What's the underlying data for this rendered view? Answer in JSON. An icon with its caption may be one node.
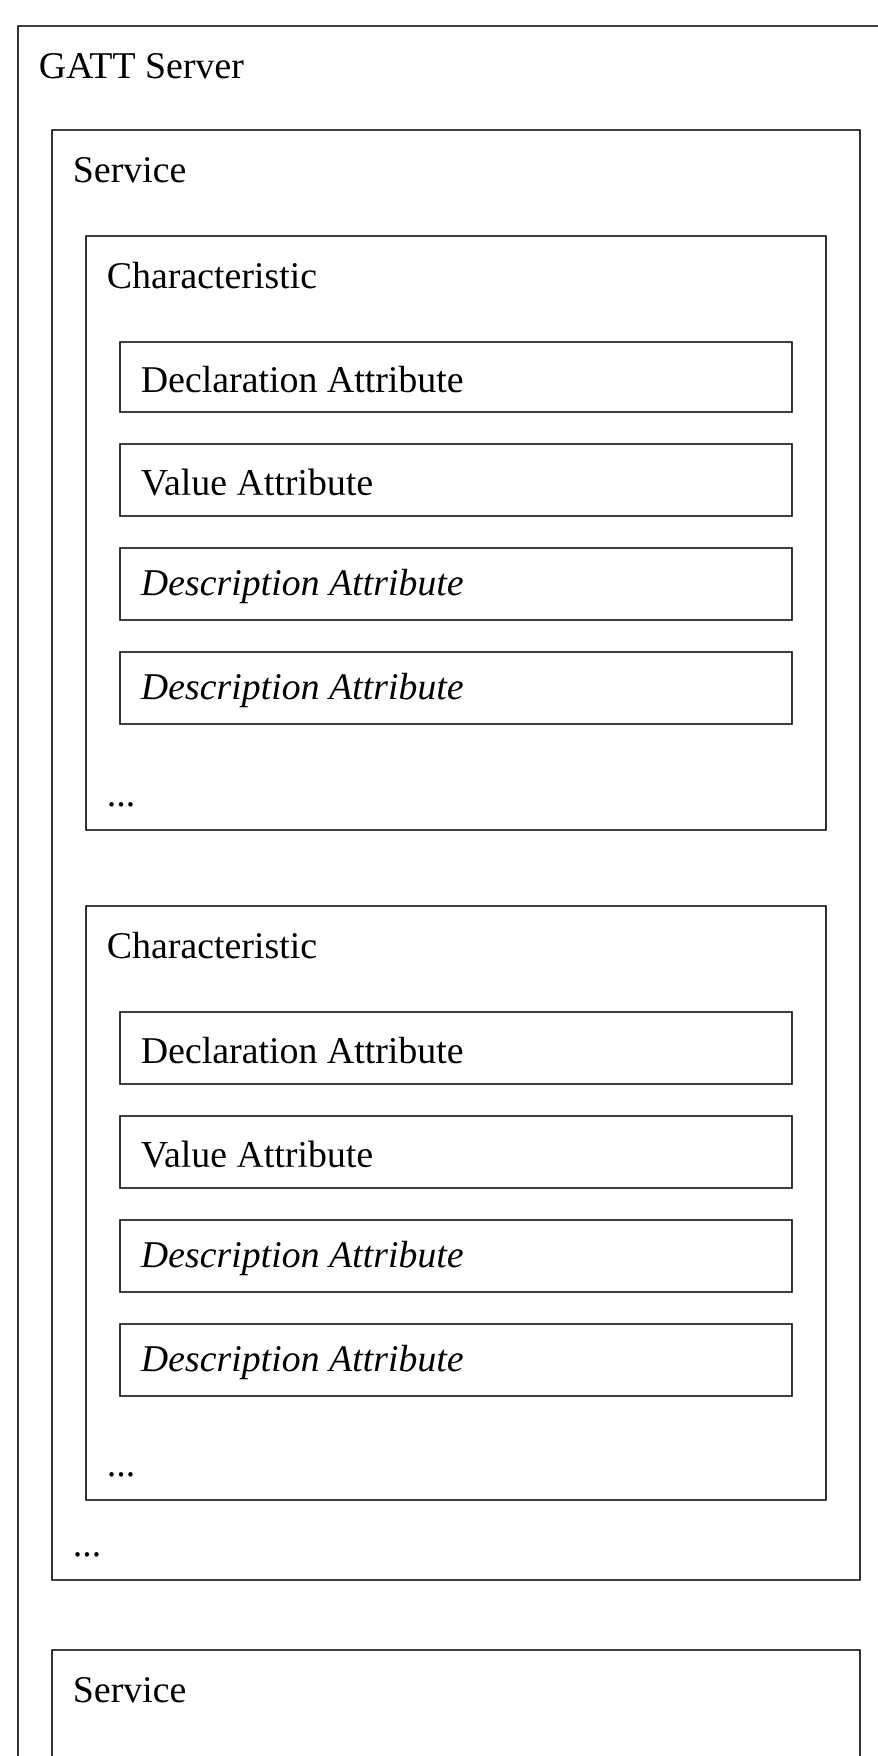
{
  "diagram": {
    "nodes": [
      {
        "text": [
          "GATT Server"
        ]
      },
      {
        "text": [
          "Service",
          "..."
        ],
        "in": 0
      },
      {
        "text": [
          "Characteristic",
          "..."
        ],
        "in": 1
      },
      {
        "text": [
          "Declaration Attribute"
        ],
        "in": 2
      },
      {
        "text": [
          "Value Attribute"
        ],
        "in": 2
      },
      {
        "text": [
          "Description Attribute"
        ],
        "in": 2
      },
      {
        "text": [
          "Description Attribute"
        ],
        "in": 2
      },
      {
        "text": [
          "Characteristic",
          "..."
        ],
        "in": 1
      },
      {
        "text": [
          "Declaration Attribute"
        ],
        "in": 7
      },
      {
        "text": [
          "Value Attribute"
        ],
        "in": 7
      },
      {
        "text": [
          "Description Attribute"
        ],
        "in": 7
      },
      {
        "text": [
          "Description Attribute"
        ],
        "in": 7
      },
      {
        "text": [
          "Service"
        ],
        "in": 0
      }
    ]
  }
}
